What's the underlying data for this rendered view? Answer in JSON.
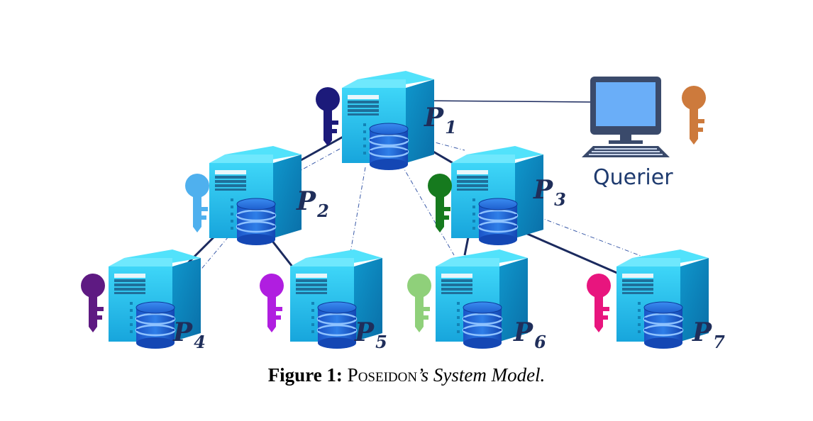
{
  "nodes": [
    {
      "id": "P1",
      "letter": "P",
      "index": "1",
      "key_color": "#1c1a7a"
    },
    {
      "id": "P2",
      "letter": "P",
      "index": "2",
      "key_color": "#4fb0ee"
    },
    {
      "id": "P3",
      "letter": "P",
      "index": "3",
      "key_color": "#167a1e"
    },
    {
      "id": "P4",
      "letter": "P",
      "index": "4",
      "key_color": "#5e1a82"
    },
    {
      "id": "P5",
      "letter": "P",
      "index": "5",
      "key_color": "#b01ee0"
    },
    {
      "id": "P6",
      "letter": "P",
      "index": "6",
      "key_color": "#8fd07a"
    },
    {
      "id": "P7",
      "letter": "P",
      "index": "7",
      "key_color": "#e8157e"
    }
  ],
  "querier": {
    "label": "Querier",
    "key_color": "#cd7a3c"
  },
  "edges": {
    "solid": [
      [
        "P1",
        "P2"
      ],
      [
        "P1",
        "P3"
      ],
      [
        "P2",
        "P4"
      ],
      [
        "P2",
        "P5"
      ],
      [
        "P3",
        "P6"
      ],
      [
        "P3",
        "P7"
      ],
      [
        "P1",
        "Querier"
      ]
    ],
    "dashed": [
      [
        "P1",
        "P2"
      ],
      [
        "P1",
        "P3"
      ],
      [
        "P1",
        "P5"
      ],
      [
        "P1",
        "P6"
      ],
      [
        "P2",
        "P4"
      ],
      [
        "P3",
        "P7"
      ]
    ]
  },
  "caption": {
    "figure": "Figure 1:",
    "system": "Poseidon",
    "rest": "’s System Model."
  }
}
